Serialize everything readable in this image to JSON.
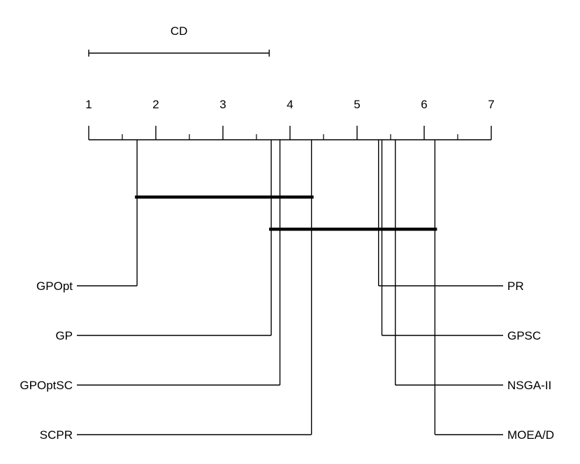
{
  "chart_data": {
    "type": "critical-difference",
    "title": "",
    "xlabel": "",
    "ylabel": "",
    "xlim": [
      1,
      7
    ],
    "ticks": [
      "1",
      "2",
      "3",
      "4",
      "5",
      "6",
      "7"
    ],
    "cd_label": "CD",
    "cd_value": 2.69,
    "methods_left": [
      {
        "name": "GPOpt",
        "rank": 1.72
      },
      {
        "name": "GP",
        "rank": 3.72
      },
      {
        "name": "GPOptSC",
        "rank": 3.85
      },
      {
        "name": "SCPR",
        "rank": 4.32
      }
    ],
    "methods_right": [
      {
        "name": "PR",
        "rank": 5.32
      },
      {
        "name": "GPSC",
        "rank": 5.37
      },
      {
        "name": "NSGA-II",
        "rank": 5.57
      },
      {
        "name": "MOEA/D",
        "rank": 6.16
      }
    ],
    "groups": [
      {
        "from": 1.72,
        "to": 4.32
      },
      {
        "from": 3.72,
        "to": 6.16
      }
    ]
  }
}
